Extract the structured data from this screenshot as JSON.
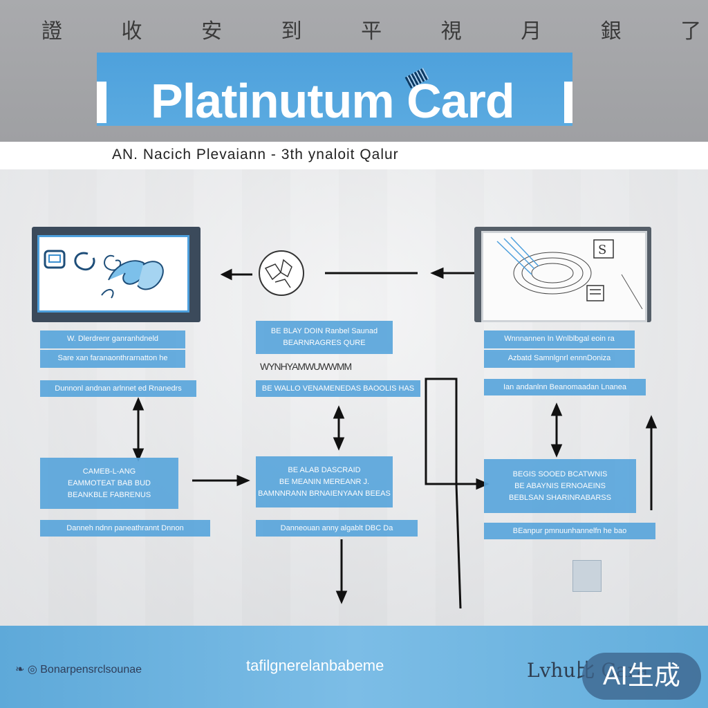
{
  "header": {
    "chars": "證 收 安 到 平 視 月 銀 了",
    "title": "Platinutum Card",
    "subtitle": "AN.  Nacich  Plevaiann -   3th ynaloit  Qalur"
  },
  "flow": {
    "left_top_1": "W. Dlerdrenr ganranhdneld",
    "left_top_2": "Sare xan faranaonthrarnatton he",
    "left_mid": "Dunnonl andnan arlnnet ed Rnanedrs",
    "left_box": [
      "CAMEB-L-ANG",
      "EAMMOTEAT BAB BUD",
      "BEANKBLE FABRENUS"
    ],
    "left_bottom": "Danneh ndnn paneathrannt Dnnon",
    "center_top": [
      "BE BLAY DOIN Ranbel Saunad",
      "BEARNRAGRES QURE"
    ],
    "center_scribble": "WYNHYAMWUWWMM",
    "center_mid": "BE WALLO VENAMENEDAS BAOOLIS HAS",
    "center_box": [
      "BE ALAB  DASCRAID",
      "BE MEANIN MEREANR J.",
      "BAMNNRANN BRNAIENYAAN BEEAS"
    ],
    "center_bottom": "Danneouan anny algablt DBC Da",
    "right_top_1": "Wnnnannen In Wnlblbgal eoin ra",
    "right_top_2": "Azbatd Samnlgnrl ennnDoniza",
    "right_mid": "Ian andanlnn Beanomaadan Lnanea",
    "right_box": [
      "BEGIS  SOOED BCATWNIS",
      "BE ABAYNIS ERNOAEINS",
      "BEBLSAN SHARINRABARSS"
    ],
    "right_bottom": "BEanpur pmnuunhannelfn he bao"
  },
  "footer": {
    "left": "❧ ◎ Bonarpensrclsounae",
    "middle": "tafilgnerelanbabeme",
    "right": "Lvhu比 Cara",
    "badge": "AI生成"
  },
  "colors": {
    "accent": "#5aa6dc",
    "title_blue": "#4ea1dc",
    "footer_blue": "#6bb4e0"
  }
}
